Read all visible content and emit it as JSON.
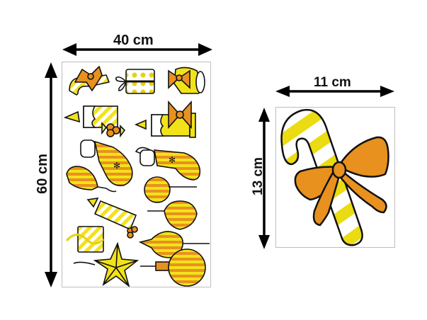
{
  "product": {
    "sheet": {
      "width_label": "40 cm",
      "height_label": "60 cm",
      "items": [
        "candy-cane-with-bow",
        "gift-box",
        "bell-with-bow",
        "candle-with-holly",
        "candle-with-bow",
        "stocking-left",
        "stocking-right",
        "ornament-teardrop",
        "ornament-round",
        "candle-small",
        "ornament-onion",
        "gift-box-small",
        "ornament-spinning-top",
        "star",
        "ornament-large-round"
      ]
    },
    "detail": {
      "width_label": "11 cm",
      "height_label": "13 cm",
      "item": "candy-cane-with-bow"
    },
    "colors": {
      "orange": "#E8911E",
      "gold": "#F2E21A",
      "outline": "#111111",
      "arrow": "#000000",
      "border": "#bdbdbd"
    }
  }
}
